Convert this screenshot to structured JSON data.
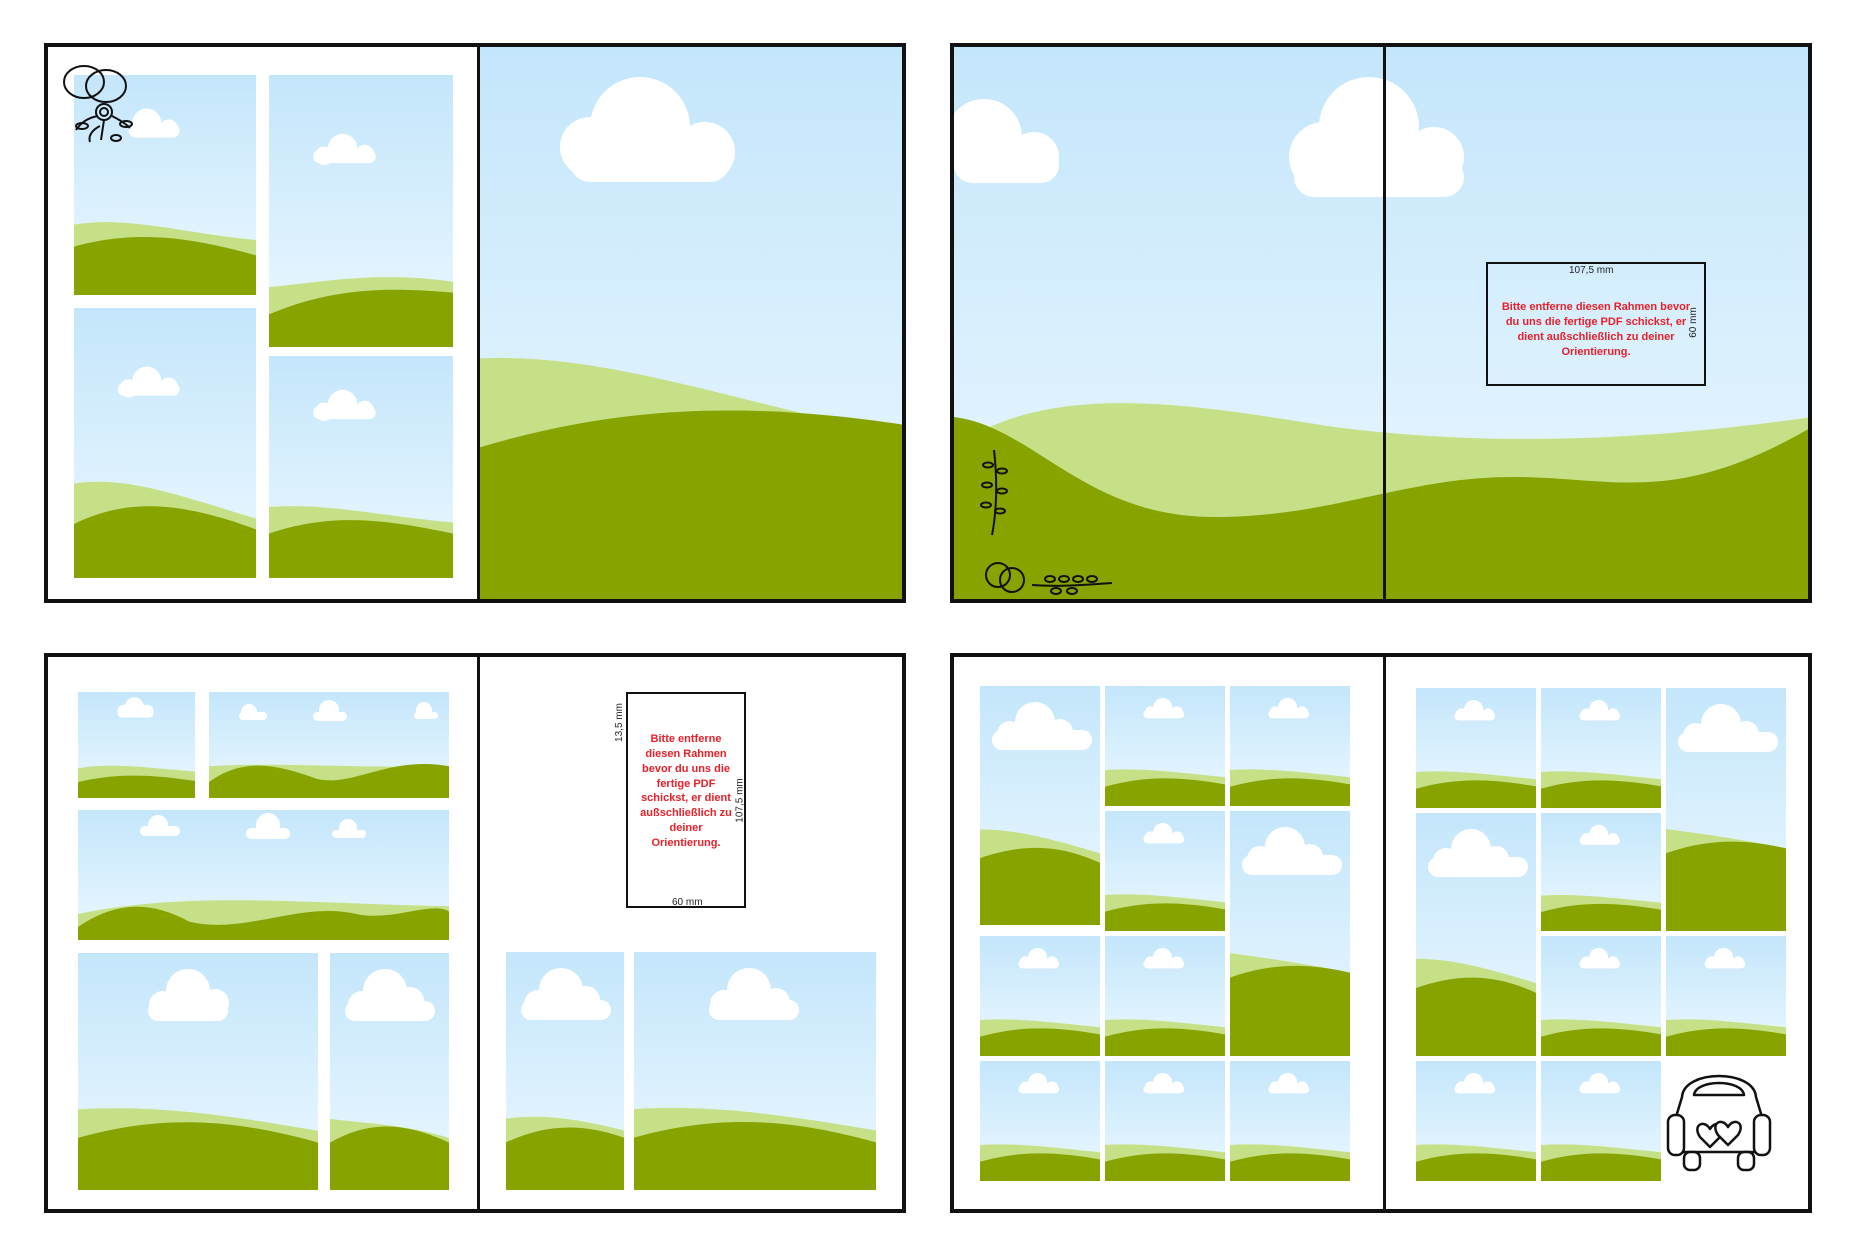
{
  "colors": {
    "sky_top": "#c4e6fb",
    "sky_bottom": "#eaf7ff",
    "hill_light": "#c6e087",
    "hill_dark": "#86a300",
    "frame": "#111111",
    "notice_red": "#e8202a"
  },
  "icons": {
    "spread1_corner": "wedding-rings-flowers-icon",
    "spread2_corner": "leaf-branch-rings-icon",
    "spread4_corner": "wedding-car-hearts-icon"
  },
  "spread2": {
    "notice": {
      "message": "Bitte entferne diesen Rahmen bevor du uns die fertige PDF schickst, er dient außschließlich zu deiner Orientierung.",
      "width_label": "107,5 mm",
      "height_label": "60 mm"
    }
  },
  "spread3": {
    "notice": {
      "message": "Bitte entferne diesen Rahmen bevor du uns die fertige PDF schickst, er dient außschließlich zu deiner Orientierung.",
      "width_label": "60 mm",
      "height_label": "107,5 mm",
      "offset_label": "13,5 mm"
    }
  }
}
